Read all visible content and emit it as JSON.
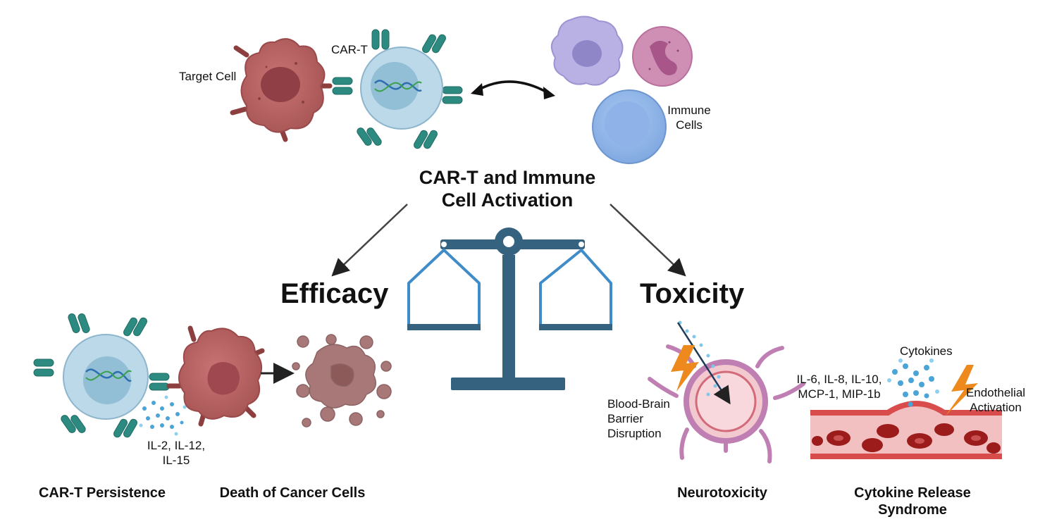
{
  "top": {
    "target_cell_label": "Target Cell",
    "cart_label": "CAR-T",
    "immune_cells_label": "Immune Cells",
    "heading": "CAR-T and Immune Cell Activation"
  },
  "balance": {
    "efficacy": "Efficacy",
    "toxicity": "Toxicity"
  },
  "efficacy_panel": {
    "cytokines": "IL-2, IL-12, IL-15",
    "caption_persistence": "CAR-T Persistence",
    "caption_death": "Death of Cancer Cells"
  },
  "toxicity_panel": {
    "bbb_label": "Blood-Brain Barrier Disruption",
    "cytokine_list": "IL-6, IL-8, IL-10, MCP-1, MIP-1b",
    "cytokines_label": "Cytokines",
    "endothelial_label": "Endothelial Activation",
    "caption_neuro": "Neurotoxicity",
    "caption_crs": "Cytokine Release Syndrome"
  },
  "colors": {
    "target_cell": "#b96565",
    "cart_cell": "#bcd9ea",
    "receptor": "#2d8a80",
    "scale": "#35627f",
    "scale_pan": "#3f8cc9",
    "lightning": "#ee8a1d",
    "vessel": "#d94c4c",
    "neuron": "#bf7fb3"
  }
}
